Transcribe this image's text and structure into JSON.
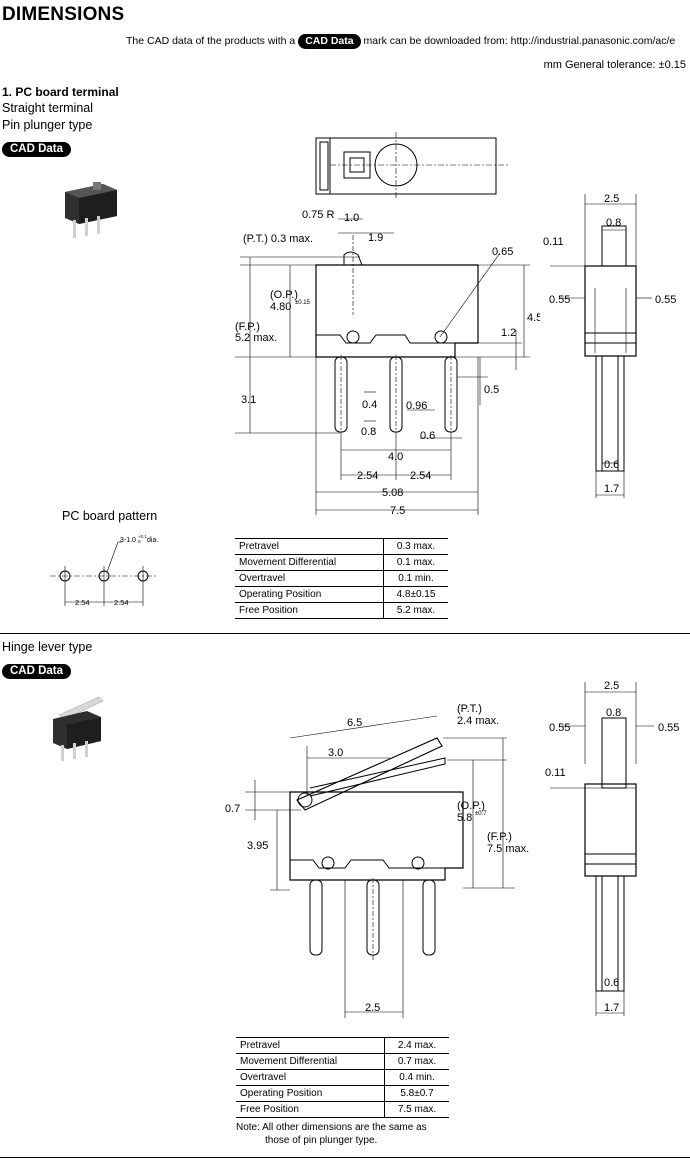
{
  "header": {
    "title": "DIMENSIONS",
    "cad_note_before": "The CAD data of the products with a",
    "cad_badge": "CAD Data",
    "cad_note_after": "mark can be downloaded from: http://industrial.panasonic.com/ac/e",
    "tolerance": "mm General tolerance: ±0.15"
  },
  "section1": {
    "title": "1. PC board terminal",
    "line1": "Straight terminal",
    "line2": "Pin plunger type",
    "cad_badge": "CAD Data",
    "pcb_pattern_title": "PC board pattern",
    "pcb_dims": {
      "hole": "3-1.0",
      "hole_tol_top": "+0.1",
      "hole_tol_bot": "0",
      "hole_suffix": "dia.",
      "pitch_left": "2.54",
      "pitch_right": "2.54"
    },
    "front_dims": {
      "r": "0.75 R",
      "d10": "1.0",
      "pt": "(P.T.) 0.3 max.",
      "d19": "1.9",
      "d065": "0.65",
      "op": "(O.P.)",
      "op_val": "4.80",
      "op_tol": "±0.15",
      "fp": "(F.P.)",
      "fp_val": "5.2 max.",
      "d45": "4.5",
      "d12": "1.2",
      "d31": "3.1",
      "d04": "0.4",
      "d096": "0.96",
      "d05": "0.5",
      "d08": "0.8",
      "d06": "0.6",
      "d40": "4.0",
      "d254a": "2.54",
      "d254b": "2.54",
      "d508": "5.08",
      "d75": "7.5"
    },
    "side_dims": {
      "d25": "2.5",
      "d08": "0.8",
      "d011": "0.11",
      "d055l": "0.55",
      "d055r": "0.55",
      "d06": "0.6",
      "d17": "1.7"
    },
    "specs": [
      {
        "label": "Pretravel",
        "value": "0.3 max."
      },
      {
        "label": "Movement Differential",
        "value": "0.1 max."
      },
      {
        "label": "Overtravel",
        "value": "0.1 min."
      },
      {
        "label": "Operating Position",
        "value": "4.8±0.15"
      },
      {
        "label": "Free Position",
        "value": "5.2 max."
      }
    ]
  },
  "section2": {
    "title": "Hinge lever type",
    "cad_badge": "CAD Data",
    "front_dims": {
      "d65": "6.5",
      "pt": "(P.T.)",
      "pt_val": "2.4 max.",
      "d30": "3.0",
      "d07": "0.7",
      "op": "(O.P.)",
      "op_val": "5.8",
      "op_tol": "±0.7",
      "fp": "(F.P.)",
      "fp_val": "7.5 max.",
      "d395": "3.95",
      "d25": "2.5"
    },
    "side_dims": {
      "d25": "2.5",
      "d055l": "0.55",
      "d08": "0.8",
      "d055r": "0.55",
      "d011": "0.11",
      "d06": "0.6",
      "d17": "1.7"
    },
    "specs": [
      {
        "label": "Pretravel",
        "value": "2.4 max."
      },
      {
        "label": "Movement Differential",
        "value": "0.7 max."
      },
      {
        "label": "Overtravel",
        "value": "0.4 min."
      },
      {
        "label": "Operating Position",
        "value": "5.8±0.7"
      },
      {
        "label": "Free Position",
        "value": "7.5 max."
      }
    ],
    "note_line1": "Note: All other dimensions are the same as",
    "note_line2": "those of pin plunger type."
  }
}
